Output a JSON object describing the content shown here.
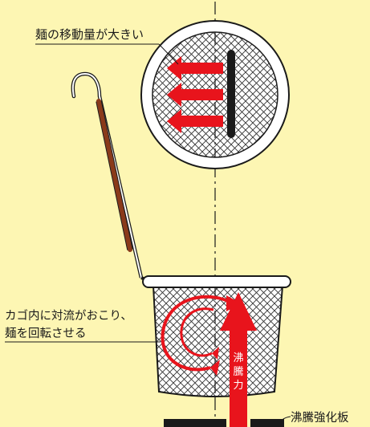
{
  "labels": {
    "noodle_movement": "麺の移動量が大きい",
    "convection_line1": "カゴ内に対流がおこり、",
    "convection_line2": "麺を回転させる",
    "boiling_force": "沸騰力",
    "boiling_plate": "沸騰強化板"
  },
  "colors": {
    "background": "#fdf6b3",
    "arrow_red": "#e8141c",
    "handle_brown": "#8a3a1a",
    "outline": "#1a1a1a",
    "mesh": "#333333"
  }
}
